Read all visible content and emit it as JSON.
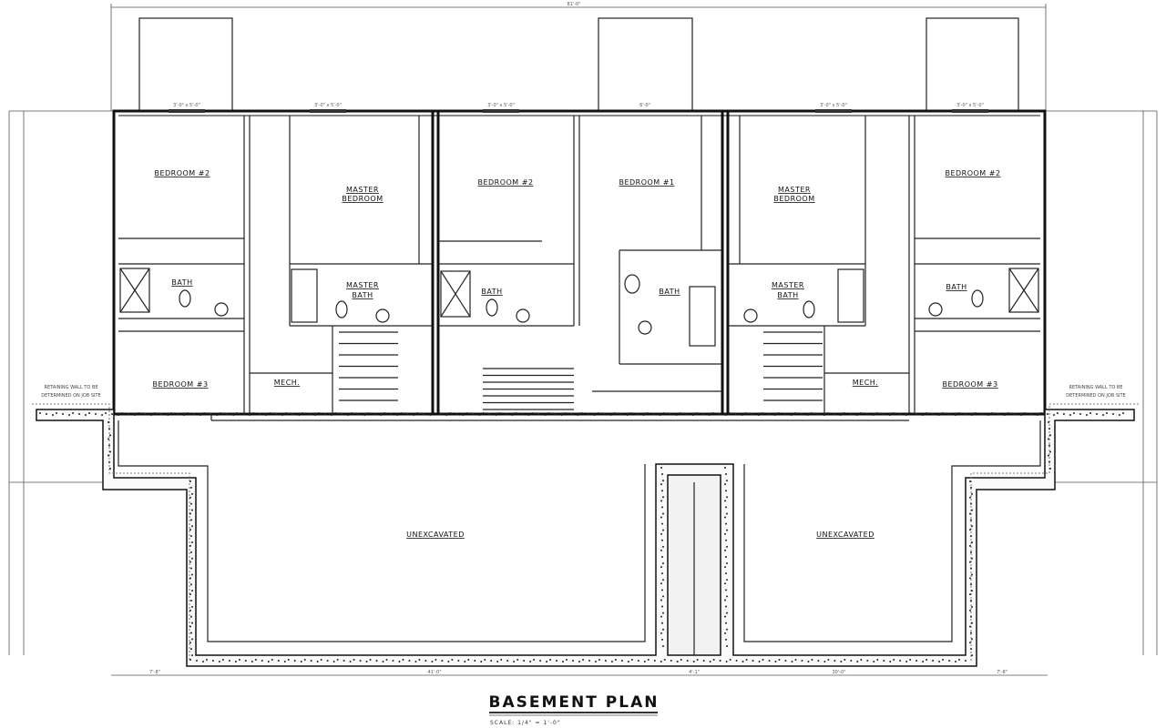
{
  "drawing": {
    "title": "BASEMENT PLAN",
    "scale": "SCALE: 1/4\" = 1'-0\"",
    "overall_width": "81'-0\"",
    "rooms": {
      "l_bedroom2": "BEDROOM #2",
      "l_master_bedroom": [
        "MASTER",
        "BEDROOM"
      ],
      "c_bedroom2": "BEDROOM #2",
      "c_bedroom1": "BEDROOM #1",
      "r_master_bedroom": [
        "MASTER",
        "BEDROOM"
      ],
      "r_bedroom2": "BEDROOM #2",
      "l_bath": "BATH",
      "l_master_bath": [
        "MASTER",
        "BATH"
      ],
      "c_bath1": "BATH",
      "c_bath2": "BATH",
      "r_master_bath": [
        "MASTER",
        "BATH"
      ],
      "r_bath": "BATH",
      "l_bedroom3": "BEDROOM #3",
      "l_mech": "MECH.",
      "r_mech": "MECH.",
      "r_bedroom3": "BEDROOM #3",
      "l_unexcavated": "UNEXCAVATED",
      "r_unexcavated": "UNEXCAVATED"
    },
    "notes": {
      "retaining_left": [
        "RETAINING WALL TO BE",
        "DETERMINED ON JOB SITE"
      ],
      "retaining_right": [
        "RETAINING WALL TO BE",
        "DETERMINED ON JOB SITE"
      ]
    },
    "windows": [
      "3'-0\" x 5'-0\"",
      "3'-0\" x 5'-0\"",
      "3'-0\" x 5'-0\"",
      "6'-0\"",
      "3'-0\" x 5'-0\"",
      "3'-0\" x 5'-0\""
    ],
    "bottom_dimensions": [
      "7'-8\"",
      "41'-0\"",
      "4'-1\"",
      "30'-0\"",
      "7'-8\""
    ]
  }
}
